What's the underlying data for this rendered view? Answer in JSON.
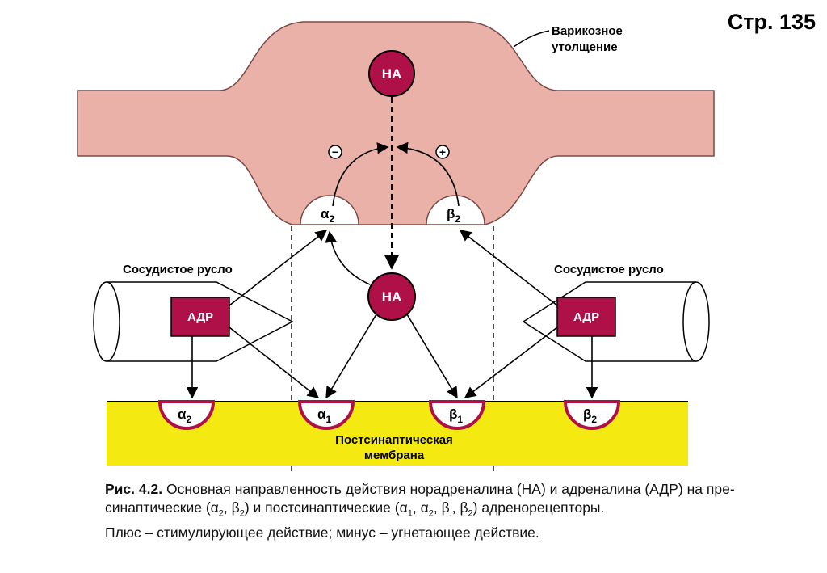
{
  "page_number": "Стр. 135",
  "labels": {
    "varicosity": [
      "Варикозное",
      "утолщение"
    ],
    "vessel_left": "Сосудистое русло",
    "vessel_right": "Сосудистое русло",
    "membrane": [
      "Постсинаптическая",
      "мембрана"
    ],
    "na_top": "НА",
    "na_center": "НА",
    "adr_left": "АДР",
    "adr_right": "АДР",
    "minus": "−",
    "plus": "+"
  },
  "receptors": {
    "pre_alpha2": {
      "symbol": "α",
      "sub": "2"
    },
    "pre_beta2": {
      "symbol": "β",
      "sub": "2"
    },
    "post_alpha2": {
      "symbol": "α",
      "sub": "2"
    },
    "post_alpha1": {
      "symbol": "α",
      "sub": "1"
    },
    "post_beta1": {
      "symbol": "β",
      "sub": "1"
    },
    "post_beta2": {
      "symbol": "β",
      "sub": "2"
    }
  },
  "caption": {
    "figure_number": "Рис. 4.2.",
    "line1_text": "Основная направленность действия норадреналина (НА) и адреналина (АДР) на пре-",
    "line2_a": "синаптические (",
    "line2_b": ") и постсинаптические (",
    "line2_c": ") адренорецепторы.",
    "pre_list": [
      {
        "symbol": "α",
        "sub": "2"
      },
      {
        "symbol": "β",
        "sub": "2"
      }
    ],
    "post_list": [
      {
        "symbol": "α",
        "sub": "1"
      },
      {
        "symbol": "α",
        "sub": "2"
      },
      {
        "symbol": "β",
        "sub": "."
      },
      {
        "symbol": "β",
        "sub": "2"
      }
    ],
    "line3": "Плюс – стимулирующее действие; минус – угнетающее действие."
  },
  "colors": {
    "varicosity_fill": "#e9b1a8",
    "varicosity_stroke": "#7a4a46",
    "na_fill": "#b01048",
    "adr_fill": "#b01048",
    "membrane_fill": "#f5e912",
    "receptor_rim": "#b01048"
  }
}
